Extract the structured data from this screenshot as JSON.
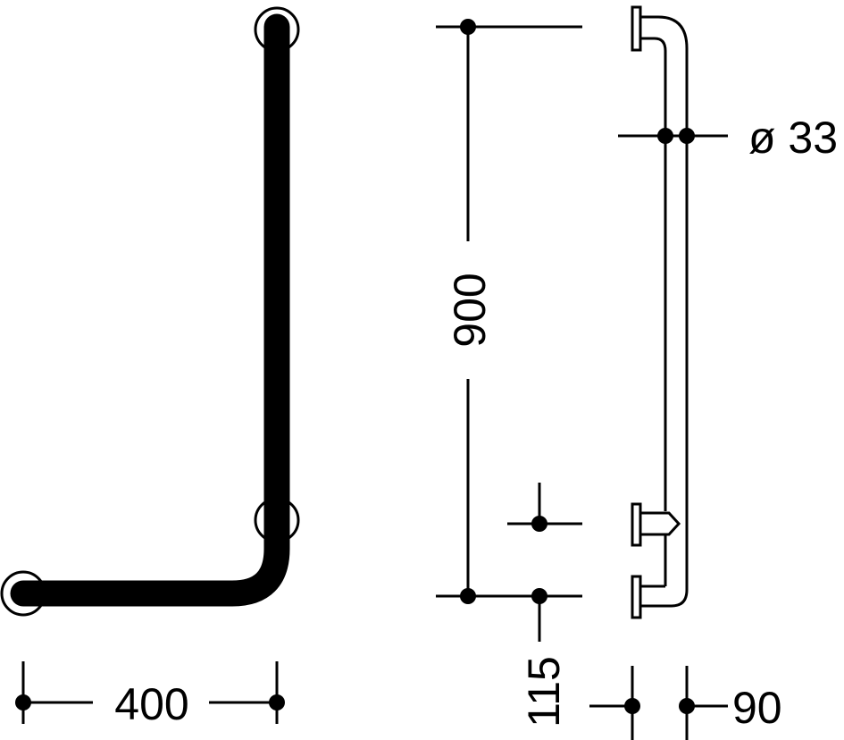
{
  "dimensions": {
    "width_label": "400",
    "height_label": "900",
    "diameter_label": "ø 33",
    "offset_label": "115",
    "projection_label": "90"
  },
  "colors": {
    "line": "#000000",
    "background": "#ffffff"
  }
}
